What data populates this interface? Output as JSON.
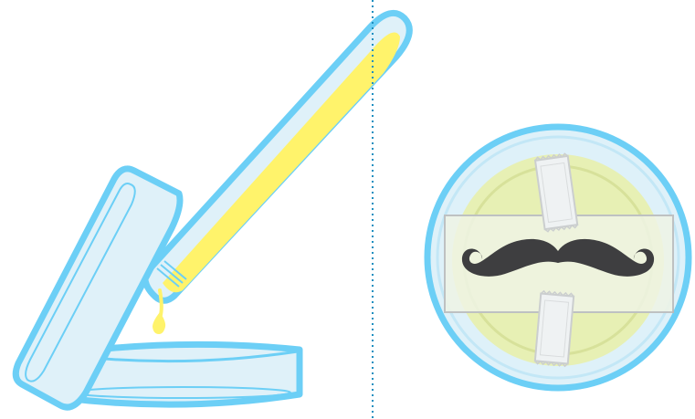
{
  "colors": {
    "background": "#ffffff",
    "outline_blue": "#6ccff6",
    "glass_fill": "#dff1f9",
    "liquid_yellow": "#fff36b",
    "medium_yellow": "#e9f0a8",
    "tape_gray": "#c8c8c8",
    "tape_fill": "#f3f3f3",
    "divider_blue": "#1e8fc0",
    "mustache": "#231f20"
  },
  "left_panel": {
    "icon": "test-tube-pouring-into-petri-dish-icon",
    "parts": [
      "test-tube",
      "yellow-liquid",
      "liquid-drop",
      "petri-dish-lid",
      "petri-dish-base"
    ]
  },
  "divider": {
    "icon": "dotted-divider-line",
    "style": "dotted"
  },
  "right_panel": {
    "icon": "petri-dish-with-mustache-icon",
    "parts": [
      "petri-dish",
      "agar-medium",
      "transparent-film",
      "tape-strip-top",
      "tape-strip-bottom",
      "mustache"
    ]
  }
}
